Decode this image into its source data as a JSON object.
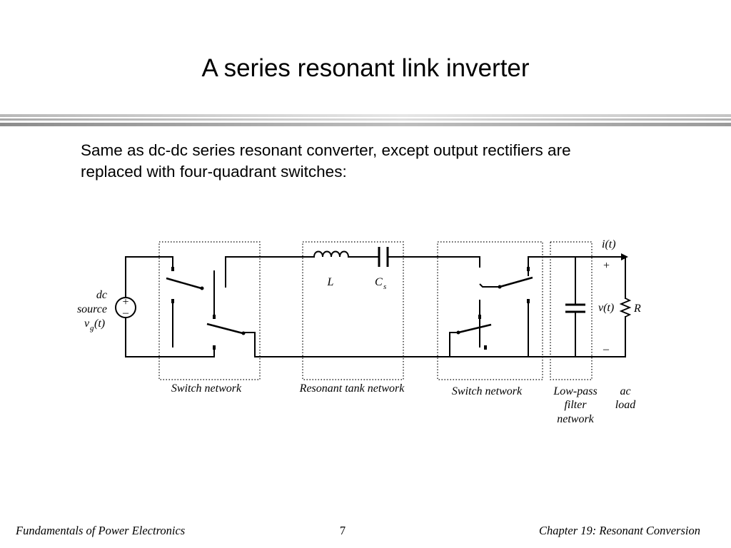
{
  "slide": {
    "title": "A series resonant link inverter",
    "body_lines": [
      "Same as dc-dc series resonant converter, except output rectifiers are",
      "replaced with four-quadrant switches:"
    ]
  },
  "diagram": {
    "source_label_1": "dc",
    "source_label_2": "source",
    "source_v": "v",
    "source_v_sub": "g",
    "source_v_arg": "(t)",
    "plus_sign": "+",
    "minus_sign": "–",
    "inductor_label": "L",
    "capacitor_label": "C",
    "capacitor_sub": "s",
    "current_label": "i(t)",
    "voltage_label": "v(t)",
    "load_plus": "+",
    "load_minus": "–",
    "resistor_label": "R",
    "switch_network_1": "Switch network",
    "resonant_tank": "Resonant tank network",
    "switch_network_2": "Switch network",
    "lowpass_1": "Low-pass",
    "lowpass_2": "filter",
    "lowpass_3": "network",
    "acload_1": "ac",
    "acload_2": "load"
  },
  "footer": {
    "left": "Fundamentals of Power Electronics",
    "page": "7",
    "right": "Chapter 19:  Resonant Conversion"
  }
}
